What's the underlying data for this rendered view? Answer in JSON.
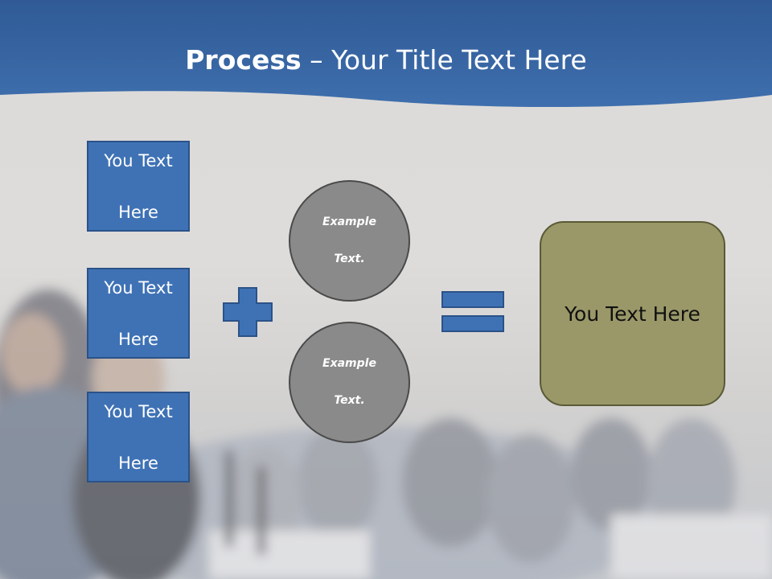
{
  "title": {
    "bold": "Process",
    "rest": " – Your Title Text Here"
  },
  "inputs": [
    {
      "line1": "You Text",
      "line2": "Here"
    },
    {
      "line1": "You Text",
      "line2": "Here"
    },
    {
      "line1": "You Text",
      "line2": "Here"
    }
  ],
  "circles": [
    {
      "line1": "Example",
      "line2": "Text."
    },
    {
      "line1": "Example",
      "line2": "Text."
    }
  ],
  "result": {
    "label": "You Text Here"
  },
  "colors": {
    "header_blue": "#3a67a5",
    "box_blue": "#3f72b5",
    "circle_gray": "#8a8a8a",
    "result_olive": "#9a9868"
  }
}
